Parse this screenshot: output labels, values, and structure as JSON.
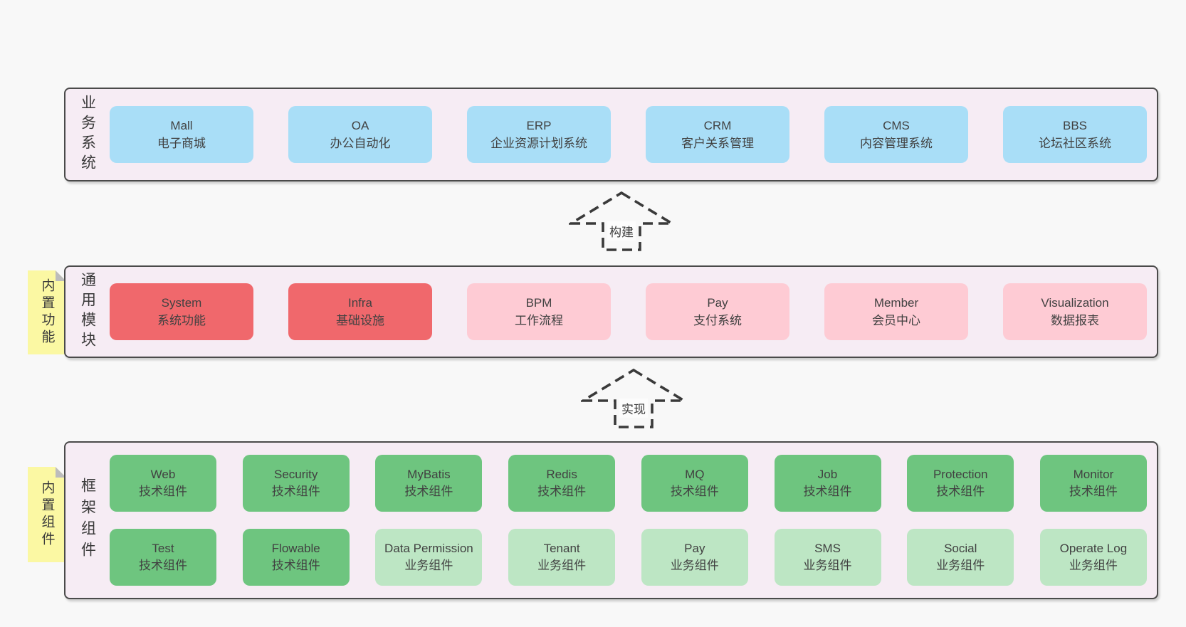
{
  "colors": {
    "background": "#f8f8f8",
    "panel_bg": "#f6ecf4",
    "panel_border": "#4a4a4a",
    "blue": "#a9def7",
    "red": "#f0686c",
    "pink": "#fecbd4",
    "green": "#6ec57f",
    "lightgreen": "#bde6c4",
    "sticky_yellow": "#fbf8a3",
    "sticky_fold": "#bcbcbc",
    "text": "#3d3d3d"
  },
  "arrows": [
    {
      "label": "构建"
    },
    {
      "label": "实现"
    }
  ],
  "layers": [
    {
      "label": "业务系统",
      "boxes": [
        {
          "name": "Mall",
          "desc": "电子商城"
        },
        {
          "name": "OA",
          "desc": "办公自动化"
        },
        {
          "name": "ERP",
          "desc": "企业资源计划系统"
        },
        {
          "name": "CRM",
          "desc": "客户关系管理"
        },
        {
          "name": "CMS",
          "desc": "内容管理系统"
        },
        {
          "name": "BBS",
          "desc": "论坛社区系统"
        }
      ]
    },
    {
      "side_note": "内置功能",
      "label": "通用模块",
      "boxes": [
        {
          "name": "System",
          "desc": "系统功能"
        },
        {
          "name": "Infra",
          "desc": "基础设施"
        },
        {
          "name": "BPM",
          "desc": "工作流程"
        },
        {
          "name": "Pay",
          "desc": "支付系统"
        },
        {
          "name": "Member",
          "desc": "会员中心"
        },
        {
          "name": "Visualization",
          "desc": "数据报表"
        }
      ]
    },
    {
      "side_note": "内置组件",
      "label": "框架组件",
      "boxes": [
        {
          "name": "Web",
          "desc": "技术组件"
        },
        {
          "name": "Security",
          "desc": "技术组件"
        },
        {
          "name": "MyBatis",
          "desc": "技术组件"
        },
        {
          "name": "Redis",
          "desc": "技术组件"
        },
        {
          "name": "MQ",
          "desc": "技术组件"
        },
        {
          "name": "Job",
          "desc": "技术组件"
        },
        {
          "name": "Protection",
          "desc": "技术组件"
        },
        {
          "name": "Monitor",
          "desc": "技术组件"
        },
        {
          "name": "Test",
          "desc": "技术组件"
        },
        {
          "name": "Flowable",
          "desc": "技术组件"
        },
        {
          "name": "Data Permission",
          "desc": "业务组件"
        },
        {
          "name": "Tenant",
          "desc": "业务组件"
        },
        {
          "name": "Pay",
          "desc": "业务组件"
        },
        {
          "name": "SMS",
          "desc": "业务组件"
        },
        {
          "name": "Social",
          "desc": "业务组件"
        },
        {
          "name": "Operate Log",
          "desc": "业务组件"
        }
      ]
    }
  ]
}
